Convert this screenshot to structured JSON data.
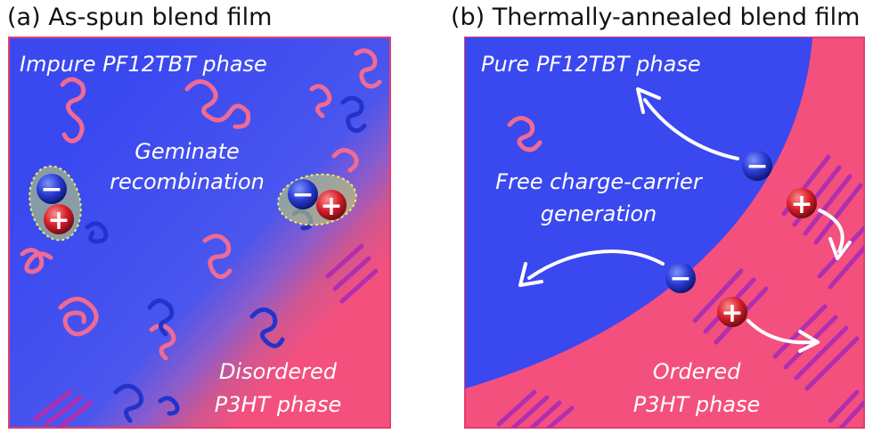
{
  "panel_a": {
    "header": "(a)   As-spun blend film",
    "phase_top": "Impure PF12TBT phase",
    "process_line1": "Geminate",
    "process_line2": "recombination",
    "phase_bottom_line1": "Disordered",
    "phase_bottom_line2": "P3HT phase"
  },
  "panel_b": {
    "header": "(b) Thermally-annealed blend film",
    "phase_top": "Pure PF12TBT phase",
    "process_line1": "Free charge-carrier",
    "process_line2": "generation",
    "phase_bottom_line1": "Ordered",
    "phase_bottom_line2": "P3HT phase"
  },
  "symbols": {
    "electron": "−",
    "hole": "+"
  },
  "colors": {
    "pf12tbt_blue": "#3a48f0",
    "p3ht_pink": "#f4507e",
    "electron": "#2233cc",
    "hole": "#d81f2c",
    "exciton_glow": "#c8e06a",
    "ordered_stripes": "#b02fae"
  }
}
